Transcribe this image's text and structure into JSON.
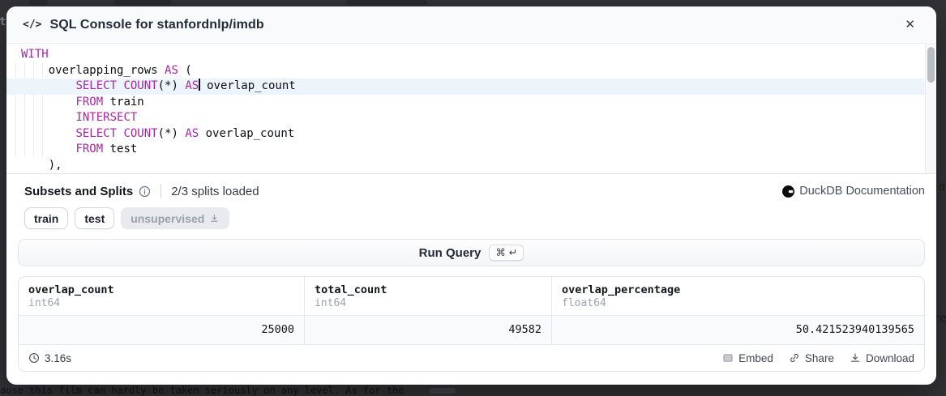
{
  "colors": {
    "keyword": "#a626a4",
    "active_line": "#ecf4fc",
    "backdrop": "#343438"
  },
  "backdrop": {
    "bottom_text": "ause this film can hardly be taken seriously on any level. As for the",
    "left_fragment": "t",
    "right_fragment_top": "d",
    "right_fragment_bottom": "re"
  },
  "modal": {
    "header": {
      "code_icon": "</>",
      "title": "SQL Console for stanfordnlp/imdb",
      "close_icon": "✕"
    },
    "editor": {
      "lines": [
        {
          "active": false,
          "segments": [
            [
              "WITH",
              "kw"
            ]
          ]
        },
        {
          "active": false,
          "segments": [
            [
              "    overlapping_rows ",
              "pl"
            ],
            [
              "AS",
              "kw"
            ],
            [
              " (",
              "pl"
            ]
          ]
        },
        {
          "active": true,
          "segments": [
            [
              "        ",
              "pl"
            ],
            [
              "SELECT",
              "kw"
            ],
            [
              " ",
              "pl"
            ],
            [
              "COUNT",
              "kw"
            ],
            [
              "(*) ",
              "pl"
            ],
            [
              "AS",
              "kw"
            ],
            [
              "",
              "cursor"
            ],
            [
              " overlap_count",
              "pl"
            ]
          ]
        },
        {
          "active": false,
          "segments": [
            [
              "        ",
              "pl"
            ],
            [
              "FROM",
              "kw"
            ],
            [
              " train",
              "pl"
            ]
          ]
        },
        {
          "active": false,
          "segments": [
            [
              "        ",
              "pl"
            ],
            [
              "INTERSECT",
              "kw"
            ]
          ]
        },
        {
          "active": false,
          "segments": [
            [
              "        ",
              "pl"
            ],
            [
              "SELECT",
              "kw"
            ],
            [
              " ",
              "pl"
            ],
            [
              "COUNT",
              "kw"
            ],
            [
              "(*) ",
              "pl"
            ],
            [
              "AS",
              "kw"
            ],
            [
              " overlap_count",
              "pl"
            ]
          ]
        },
        {
          "active": false,
          "segments": [
            [
              "        ",
              "pl"
            ],
            [
              "FROM",
              "kw"
            ],
            [
              " test",
              "pl"
            ]
          ]
        },
        {
          "active": false,
          "segments": [
            [
              "    ),",
              "pl"
            ]
          ]
        }
      ]
    },
    "subsets": {
      "title": "Subsets and Splits",
      "status": "2/3 splits loaded",
      "doc_label": "DuckDB Documentation",
      "splits": [
        {
          "name": "train",
          "loaded": true
        },
        {
          "name": "test",
          "loaded": true
        },
        {
          "name": "unsupervised",
          "loaded": false
        }
      ]
    },
    "run": {
      "label": "Run Query",
      "shortcut": "⌘ ↵"
    },
    "results": {
      "columns": [
        {
          "name": "overlap_count",
          "type": "int64"
        },
        {
          "name": "total_count",
          "type": "int64"
        },
        {
          "name": "overlap_percentage",
          "type": "float64"
        }
      ],
      "rows": [
        [
          "25000",
          "49582",
          "50.421523940139565"
        ]
      ],
      "duration": "3.16s",
      "embed_label": "Embed",
      "share_label": "Share",
      "download_label": "Download"
    }
  }
}
